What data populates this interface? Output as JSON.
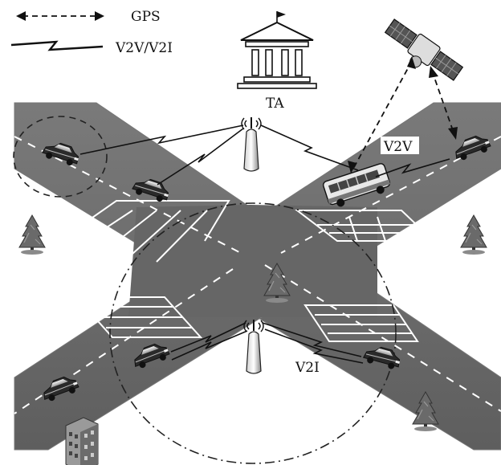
{
  "legend": {
    "gps_label": "GPS",
    "v2v_v2i_label": "V2V/V2I"
  },
  "labels": {
    "ta": "TA",
    "v2v": "V2V",
    "v2i": "V2I"
  },
  "colors": {
    "road": "#6e6e6e",
    "road_edge": "#9a9a9a",
    "marking": "#ffffff",
    "link": "#111111",
    "tree": "#555555"
  },
  "icons": [
    "building-ta-icon",
    "satellite-icon",
    "rsu-tower-icon",
    "car-icon",
    "bus-icon",
    "tree-icon",
    "office-building-icon"
  ]
}
